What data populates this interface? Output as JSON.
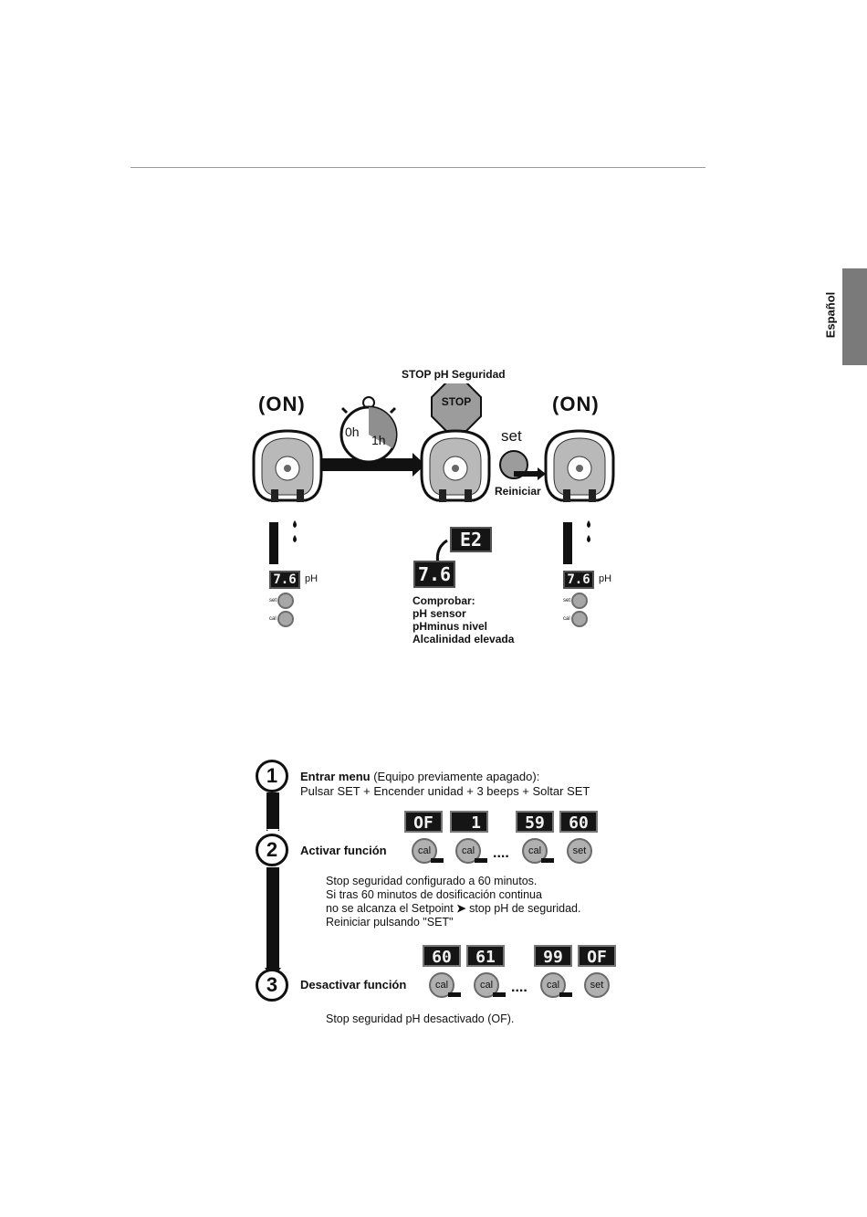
{
  "side_tab": {
    "label": "Español"
  },
  "diagram1": {
    "title": "STOP pH Seguridad",
    "stop_sign": "STOP",
    "on_label": "ON",
    "timer": {
      "start": "0h",
      "end": "1h"
    },
    "set_label": "set",
    "reset_label": "Reiniciar",
    "ph_value": "7.6",
    "ph_unit": "pH",
    "error_code": "E2",
    "btn_set": "set",
    "btn_cal": "cal",
    "check_lines": [
      "Comprobar:",
      "pH sensor",
      "pHminus nivel",
      "Alcalinidad elevada"
    ]
  },
  "steps": [
    {
      "number": "1",
      "title": "Entrar menu",
      "title_suffix": " (Equipo previamente apagado):",
      "line2": "Pulsar SET + Encender unidad + 3 beeps + Soltar  SET"
    },
    {
      "number": "2",
      "title": "Activar función",
      "displays": [
        "OF",
        "1",
        "59",
        "60"
      ],
      "buttons": [
        "cal",
        "cal",
        "cal",
        "set"
      ],
      "dots": "....",
      "notes": [
        "Stop seguridad configurado a 60 minutos.",
        "Si tras 60 minutos de dosificación continua",
        "no se alcanza el Setpoint",
        "stop pH de seguridad.",
        "Reiniciar pulsando \"SET\""
      ]
    },
    {
      "number": "3",
      "title": "Desactivar función",
      "displays": [
        "60",
        "61",
        "99",
        "OF"
      ],
      "buttons": [
        "cal",
        "cal",
        "cal",
        "set"
      ],
      "dots": "....",
      "note": "Stop seguridad pH desactivado (OF)."
    }
  ]
}
